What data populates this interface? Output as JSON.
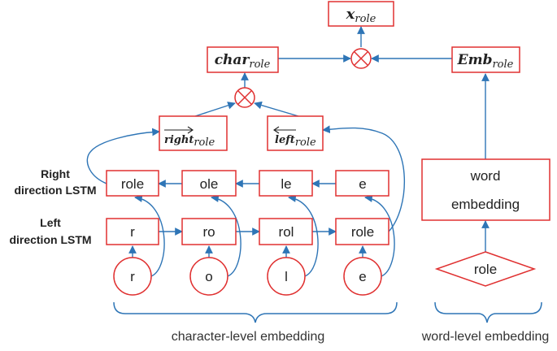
{
  "diagram": {
    "output": {
      "main": "x",
      "sub": "role"
    },
    "char_repr": {
      "main": "char",
      "sub": "role"
    },
    "emb_repr": {
      "main": "Emb",
      "sub": "role"
    },
    "right_vec": {
      "main": "right",
      "sub": "role"
    },
    "left_vec": {
      "main": "left",
      "sub": "role"
    },
    "row_labels": {
      "right_line1": "Right",
      "right_line2": "direction LSTM",
      "left_line1": "Left",
      "left_line2": "direction LSTM"
    },
    "right_lstm_cells": [
      "role",
      "ole",
      "le",
      "e"
    ],
    "left_lstm_cells": [
      "r",
      "ro",
      "rol",
      "role"
    ],
    "char_inputs": [
      "r",
      "o",
      "l",
      "e"
    ],
    "word_embedding": {
      "line1": "word",
      "line2": "embedding"
    },
    "word_input": "role",
    "captions": {
      "char_level": "character-level embedding",
      "word_level": "word-level embedding"
    },
    "colors": {
      "box_stroke": "#e03030",
      "arrow": "#2e75b6"
    }
  }
}
